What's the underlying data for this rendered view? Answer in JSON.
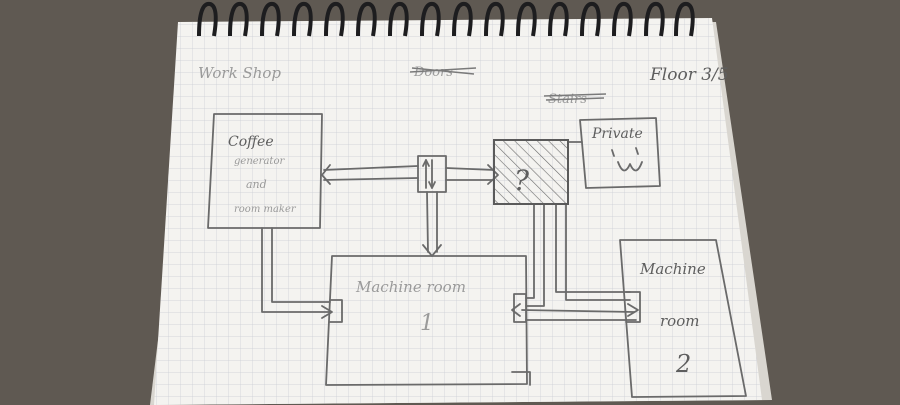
{
  "header": {
    "left": "Work Shop",
    "center_struck": "Doors",
    "right": "Floor 3/5",
    "stair_struck": "Stairs"
  },
  "rooms": {
    "generator": [
      "Coffee",
      "generator",
      "and",
      "room maker"
    ],
    "private_label": "Private",
    "machine1": [
      "Machine room",
      "1"
    ],
    "machine2": [
      "Machine",
      "room",
      "2"
    ],
    "center_mark": "?"
  },
  "colors": {
    "paper": "#f4f3f0",
    "grid": "#c9ccd3",
    "pencil": "#6a6a6a",
    "background": "#5f5952",
    "spiral": "#1d1d1f"
  }
}
